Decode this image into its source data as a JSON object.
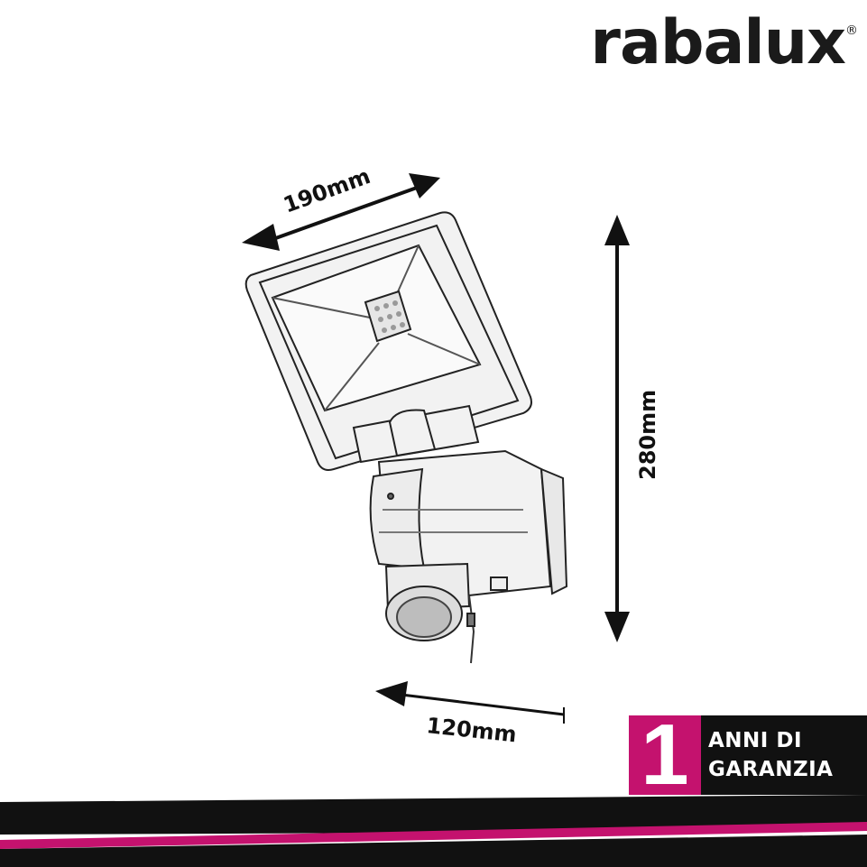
{
  "brand": {
    "name": "rabalux",
    "registered_mark": "®"
  },
  "dimensions": {
    "width": "190mm",
    "height": "280mm",
    "depth": "120mm"
  },
  "warranty": {
    "years": "1",
    "line1": "ANNI DI",
    "line2": "GARANZIA"
  },
  "colors": {
    "accent": "#c4126e",
    "dark": "#111111"
  }
}
